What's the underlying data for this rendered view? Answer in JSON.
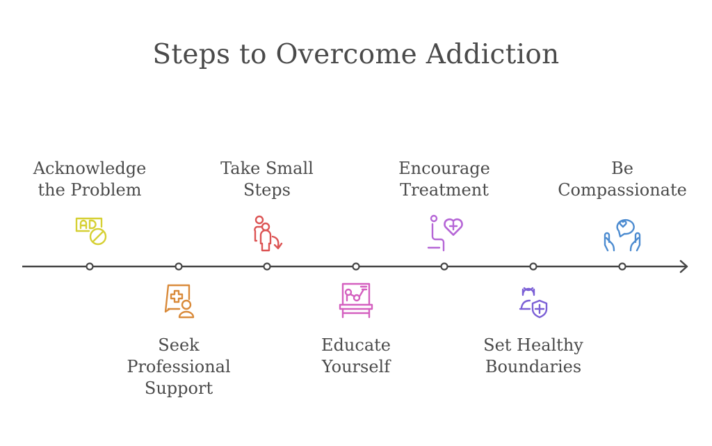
{
  "title": "Steps to Overcome Addiction",
  "steps": [
    {
      "label_lines": [
        "Acknowledge",
        "the Problem"
      ],
      "position": "top",
      "icon": "ad-prohibited-icon",
      "color": "#d6d034"
    },
    {
      "label_lines": [
        "Seek",
        "Professional",
        "Support"
      ],
      "position": "bottom",
      "icon": "medical-consult-icon",
      "color": "#d98a3a"
    },
    {
      "label_lines": [
        "Take Small",
        "Steps"
      ],
      "position": "top",
      "icon": "people-steps-icon",
      "color": "#dc5454"
    },
    {
      "label_lines": [
        "Educate",
        "Yourself"
      ],
      "position": "bottom",
      "icon": "presentation-board-icon",
      "color": "#d45fbf"
    },
    {
      "label_lines": [
        "Encourage",
        "Treatment"
      ],
      "position": "top",
      "icon": "patient-heart-icon",
      "color": "#b565d6"
    },
    {
      "label_lines": [
        "Set Healthy",
        "Boundaries"
      ],
      "position": "bottom",
      "icon": "person-shield-icon",
      "color": "#7b5fd6"
    },
    {
      "label_lines": [
        "Be",
        "Compassionate"
      ],
      "position": "top",
      "icon": "hands-heart-icon",
      "color": "#4c8bd0"
    }
  ]
}
